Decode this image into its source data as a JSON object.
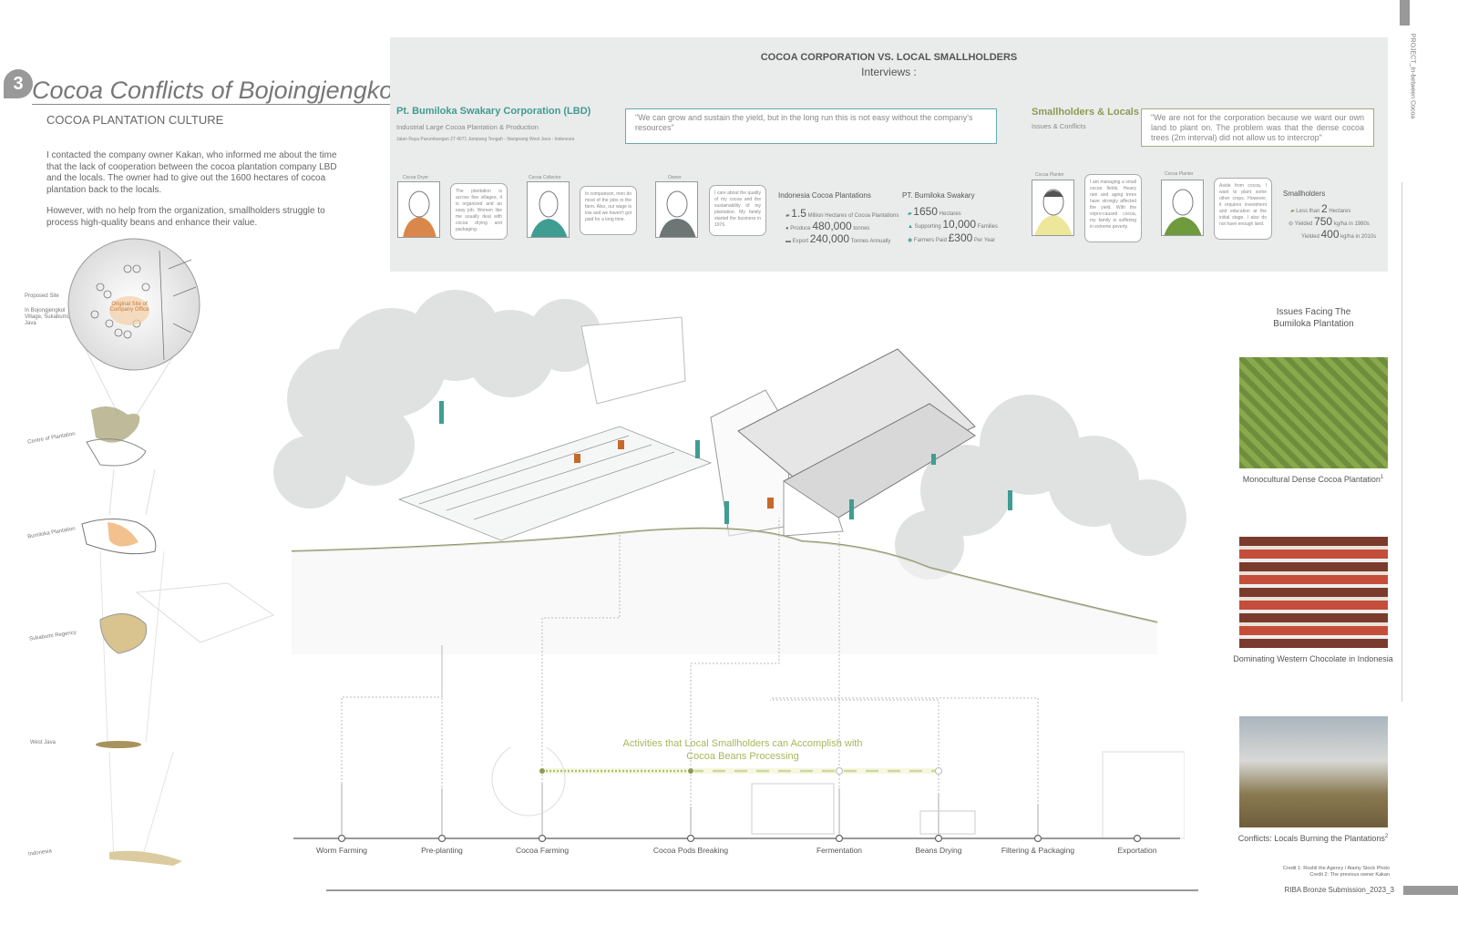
{
  "header": {
    "section_number": "3",
    "title": "Cocoa Conflicts of Bojoingjengkol",
    "subtitle": "COCOA PLANTATION CULTURE",
    "paragraphs": [
      "I contacted the company owner Kakan, who informed me about the time that the lack of cooperation between the cocoa plantation company LBD and the locals. The owner had to give out the 1600 hectares of cocoa plantation back to the locals.",
      "However, with no help from the organization, smallholders struggle to process high-quality beans and enhance their value."
    ]
  },
  "side_label": "PROJECT_In-between Cocoa",
  "map": {
    "proposed_site": "Proposed Site",
    "site_location": "In Bojongjengkol Village, Sukabumi, Java",
    "original_site": "Original Site of Company Office",
    "labels": [
      "Centre of Plantation",
      "Bumiloka Plantation",
      "Sukabumi Regency",
      "West Java",
      "Indonesia"
    ]
  },
  "interviews": {
    "heading": "COCOA CORPORATION VS. LOCAL SMALLHOLDERS",
    "subheading": "Interviews :",
    "corporation": {
      "name": "Pt. Bumiloka Swakary Corporation (LBD)",
      "type": "Industrial Large Cocoa Plantation & Production",
      "address": "Jalan Raya Parumbangan 27 4071 Jampang Tengah - Nangeang West Java - Indonesia",
      "quote": "\"We can grow and sustain the yield, but in the long run this is not easy without the company's resources\"",
      "people": [
        {
          "role": "Cocoa Dryer",
          "text": "The plantation is across five villages, it is organized and an easy job. Women like me usually deal with cocoa drying and packaging.",
          "color": "#d9874a"
        },
        {
          "role": "Cocoa Collector",
          "text": "In comparison, men do most of the jobs in the farm. Also, our wage is low and we haven't got paid for a long time.",
          "color": "#3f9d92"
        },
        {
          "role": "Owner",
          "text": "I care about the quality of my cocoa and the sustainability of my plantation. My family started the business in 1976.",
          "color": "#6d7575"
        }
      ]
    },
    "indonesia_stats": {
      "title": "Indonesia Cocoa Plantations",
      "items": [
        {
          "pre": "",
          "value": "1.5",
          "post": "Million Hectares of Cocoa Plantations"
        },
        {
          "pre": "Produce",
          "value": "480,000",
          "post": "tonnes"
        },
        {
          "pre": "Export",
          "value": "240,000",
          "post": "Tonnes Annually"
        }
      ]
    },
    "company_stats": {
      "title": "PT. Bumiloka Swakary",
      "items": [
        {
          "pre": "",
          "value": "1650",
          "post": "Hectares"
        },
        {
          "pre": "Supporting",
          "value": "10,000",
          "post": "Families"
        },
        {
          "pre": "Farmers Paid",
          "value": "£300",
          "post": "Per Year"
        }
      ]
    },
    "smallholders": {
      "name": "Smallholders & Locals",
      "type": "Issues & Conflicts",
      "quote": "\"We are not for the corporation because we want our own land to plant on. The problem was that the dense cocoa trees (2m interval) did not allow us to intercrop\"",
      "people": [
        {
          "role": "Cocoa Planter",
          "text": "I am managing a small cocoa fields. Heavy rain and aging trees have strongly affected the yield. With the virpro-caused cocoa, my family is suffering in extreme poverty.",
          "color": "#ece79a"
        },
        {
          "role": "Cocoa Planter",
          "text": "Aside from cocoa, I want to plant some other crops. However, it requires investment and education at the initial stage. I also do not have enough land.",
          "color": "#6f9a3e"
        }
      ],
      "stats": {
        "title": "Smallholders",
        "items": [
          {
            "pre": "Less than",
            "value": "2",
            "post": "Hectares"
          },
          {
            "pre": "Yielded",
            "value": "750",
            "post": "kg/ha in 1980s"
          },
          {
            "pre": "Yielded",
            "value": "400",
            "post": "kg/ha in 2010s"
          }
        ]
      }
    }
  },
  "issues": {
    "title": "Issues Facing The Bumiloka Plantation",
    "photos": [
      {
        "caption": "Monocultural Dense Cocoa Plantation",
        "note": "1"
      },
      {
        "caption": "Dominating Western Chocolate in Indonesia",
        "note": ""
      },
      {
        "caption": "Conflicts: Locals Burning the Plantations",
        "note": "2"
      }
    ]
  },
  "process": {
    "highlight": "Activities that Local Smallholders can Accomplish with Cocoa Beans Processing",
    "steps": [
      "Worm Farming",
      "Pre-planting",
      "Cocoa Farming",
      "Cocoa Pods Breaking",
      "Fermentation",
      "Beans Drying",
      "Filtering & Packaging",
      "Exportation"
    ]
  },
  "credits": [
    "Credit 1: Roshil the Agency / Alamy Stock Photo",
    "Credit 2: The previous owner Kakan"
  ],
  "footer": "RIBA Bronze Submission_2023_3",
  "colors": {
    "teal": "#3f9d92",
    "olive": "#8d9b55",
    "panel": "#eaebeb",
    "accent_orange": "#d9874a"
  }
}
